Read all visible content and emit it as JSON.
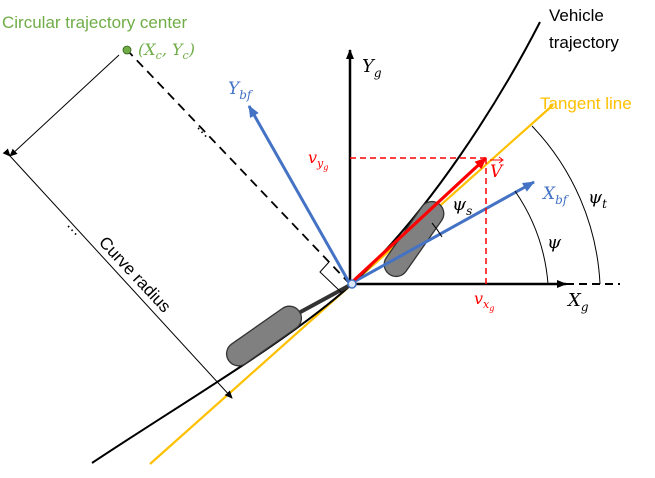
{
  "labels": {
    "circ_center": "Circular trajectory center",
    "center_coord": "(X",
    "center_coord_sub_c1": "c",
    "center_coord_mid": ", Y",
    "center_coord_sub_c2": "c",
    "center_coord_close": ")",
    "vehicle_traj_1": "Vehicle",
    "vehicle_traj_2": "trajectory",
    "tangent_line": "Tangent line",
    "curve_radius": "Curve radius",
    "y_g": "Y",
    "y_g_sub": "g",
    "x_g": "X",
    "x_g_sub": "g",
    "y_bf": "Y",
    "y_bf_sub": "bf",
    "x_bf": "X",
    "x_bf_sub": "bf",
    "v_vec": "V",
    "v_yg": "v",
    "v_yg_sub": "y",
    "v_yg_subsub": "g",
    "v_xg": "v",
    "v_xg_sub": "x",
    "v_xg_subsub": "g",
    "psi_s": "ψ",
    "psi_s_sub": "s",
    "psi": "ψ",
    "psi_t": "ψ",
    "psi_t_sub": "t",
    "dots_1": "…",
    "dots_2": "…"
  },
  "colors": {
    "black": "#000000",
    "green": "#70ad47",
    "blue": "#4472c4",
    "red": "#ff0000",
    "gold": "#ffc000",
    "gray": "#808080",
    "vertex": "#dbe6f5"
  }
}
